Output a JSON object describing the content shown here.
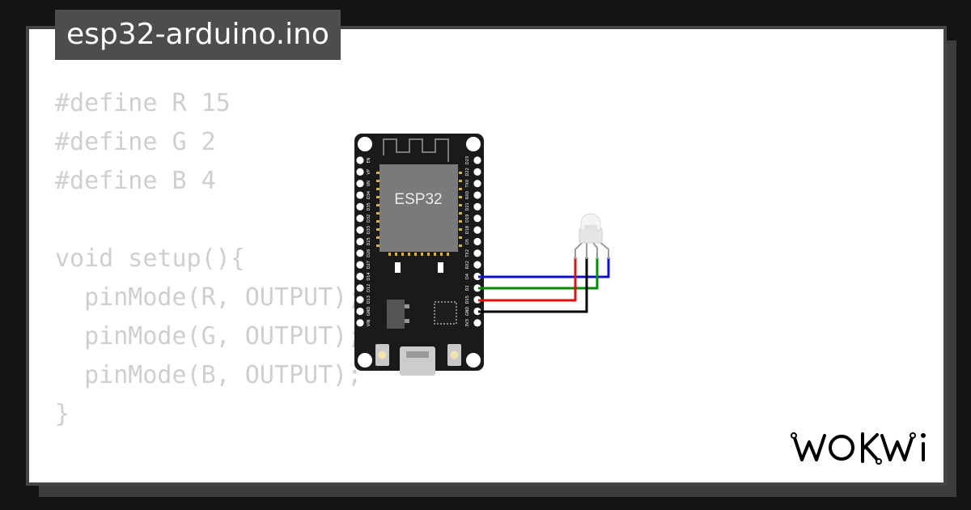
{
  "file": {
    "name": "esp32-arduino.ino"
  },
  "code": {
    "lines": [
      "#define R 15",
      "#define G 2",
      "#define B 4",
      "",
      "void setup(){",
      "  pinMode(R, OUTPUT);",
      "  pinMode(G, OUTPUT);",
      "  pinMode(B, OUTPUT);",
      "}"
    ]
  },
  "board": {
    "chip_label": "ESP32",
    "left_pins": [
      "EN",
      "VP",
      "VN",
      "D34",
      "D35",
      "D32",
      "D33",
      "D25",
      "D26",
      "D27",
      "D14",
      "D12",
      "D13",
      "GND",
      "VIN"
    ],
    "right_pins": [
      "D23",
      "D22",
      "TX0",
      "RX0",
      "D21",
      "D19",
      "D18",
      "D5",
      "TX2",
      "RX2",
      "D4",
      "D2",
      "D15",
      "GND",
      "3V3"
    ]
  },
  "wires": {
    "colors": {
      "red": "#e01010",
      "green": "#0a8a0a",
      "blue": "#1010d0",
      "black": "#000000"
    }
  },
  "brand": {
    "logo": "WOKWI"
  },
  "colors": {
    "background": "#141414",
    "card": "#ffffff",
    "card_border": "#444444",
    "tab": "#4d4d4d",
    "code_text": "#cfcfcf"
  }
}
